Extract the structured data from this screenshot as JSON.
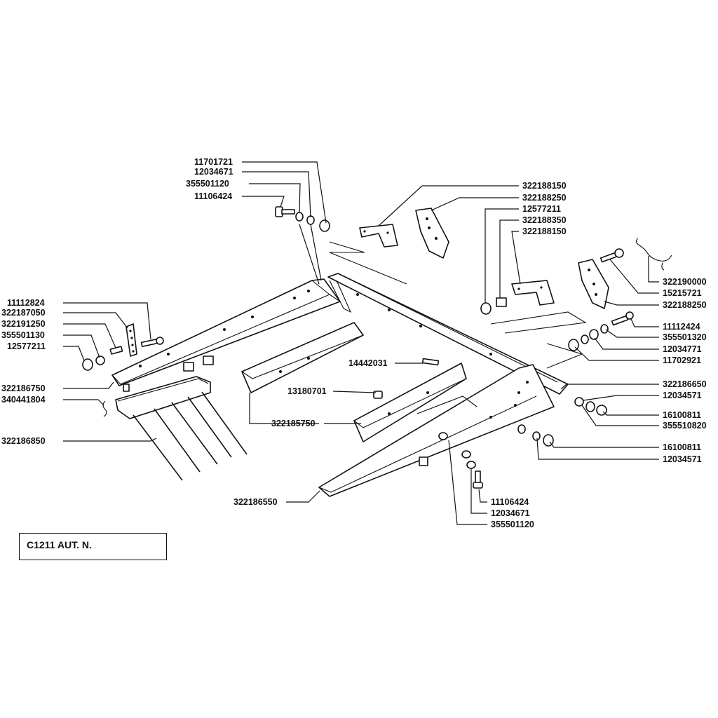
{
  "caption": "C1211 AUT. N.",
  "labels": {
    "l1": "11701721",
    "l2": "12034671",
    "l3": "355501120",
    "l4": "11106424",
    "l5": "322188150",
    "l6": "322188250",
    "l7": "12577211",
    "l8": "322188350",
    "l9": "322188150",
    "l10": "322190000",
    "l11": "15215721",
    "l12": "322188250",
    "l13": "11112424",
    "l14": "355501320",
    "l15": "12034771",
    "l16": "11702921",
    "l17": "322186650",
    "l18": "12034571",
    "l19": "16100811",
    "l20": "355510820",
    "l21": "16100811",
    "l22": "12034571",
    "l23": "11106424",
    "l24": "12034671",
    "l25": "355501120",
    "l26": "11112824",
    "l27": "322187050",
    "l28": "322191250",
    "l29": "355501130",
    "l30": "12577211",
    "l31": "322186750",
    "l32": "340441804",
    "l33": "322186850",
    "l34": "14442031",
    "l35": "13180701",
    "l36": "322185750",
    "l37": "322186550"
  }
}
